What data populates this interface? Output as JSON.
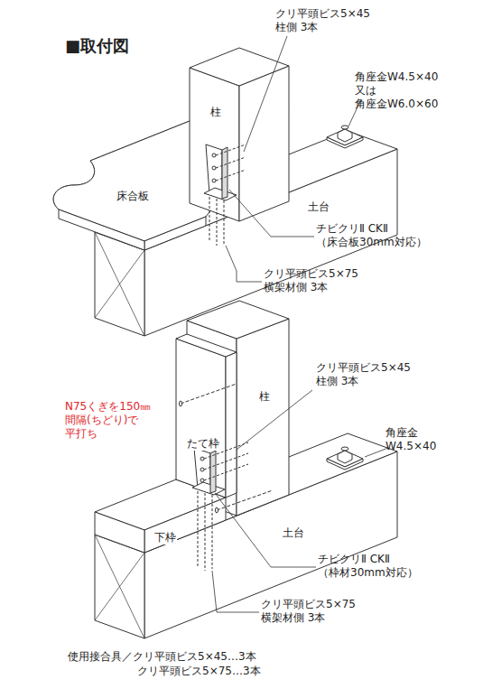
{
  "diagram": {
    "title": "■取付図",
    "labels": [
      "クリ平頭ビス5×45 柱側 3本",
      "角座金W4.5×40 又は 角座金W6.0×60",
      "柱",
      "床合板",
      "土台",
      "チビクリⅡ CKⅡ （床合板30mm対応）",
      "クリ平頭ビス5×75 横架材側 3本",
      "クリ平頭ビス5×45 柱側 3本",
      "N75くぎを150㎜ 間隔(ちどり)で 平打ち",
      "柱",
      "角座金 W4.5×40",
      "たて枠",
      "下枠",
      "土台",
      "チビクリⅡ CKⅡ （枠材30mm対応）",
      "クリ平頭ビス5×75 横架材側 3本",
      "使用接合具／クリ平頭ビス5×45…3本",
      "クリ平頭ビス5×75…3本"
    ]
  }
}
